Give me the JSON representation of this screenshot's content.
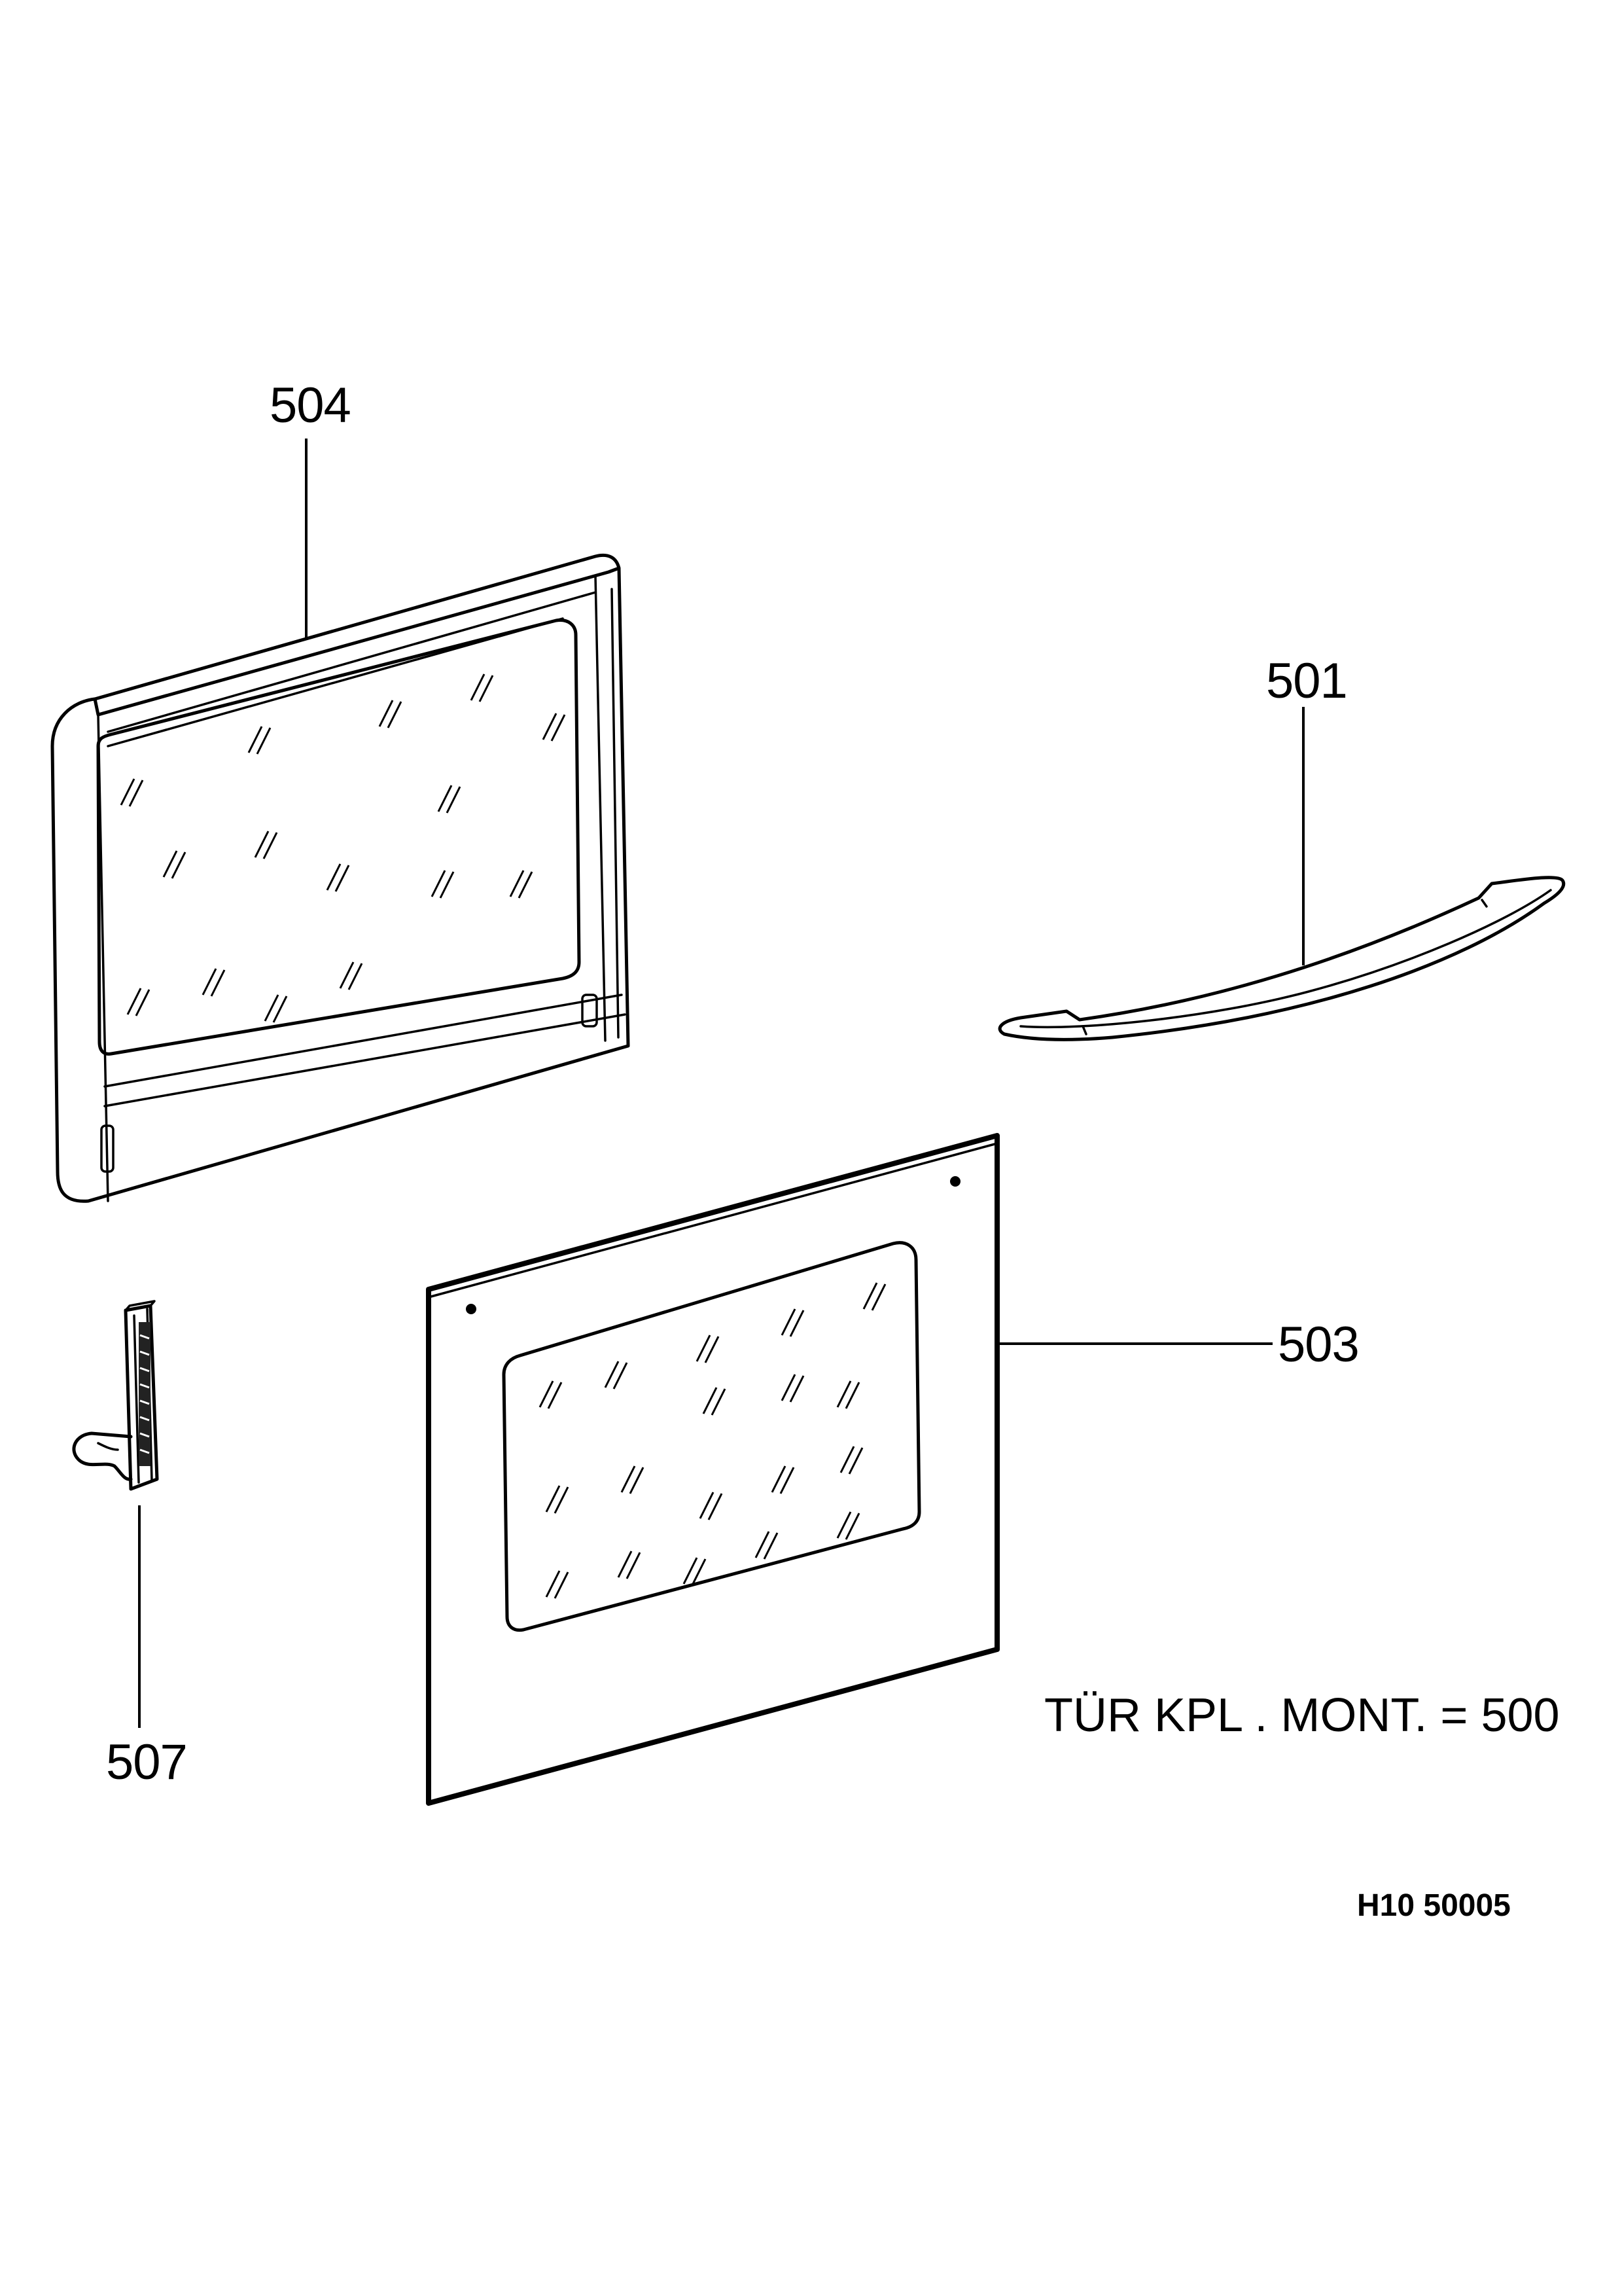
{
  "callouts": {
    "inner_door_panel": "504",
    "handle": "501",
    "outer_door_glass": "503",
    "hinge": "507"
  },
  "assembly_note": "TÜR  KPL . MONT. = 500",
  "drawing_code": "H10 50005"
}
